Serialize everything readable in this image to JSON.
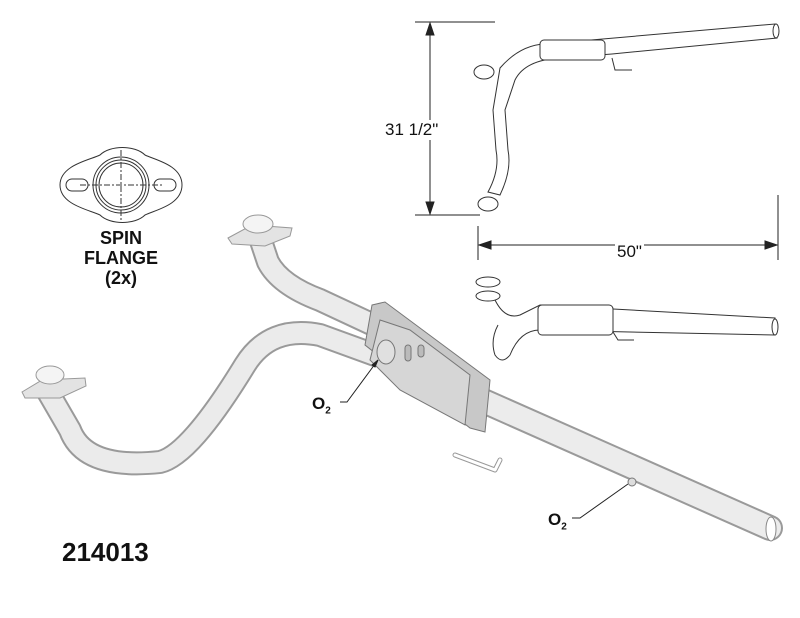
{
  "part_number": "214013",
  "flange_label": {
    "line1": "SPIN",
    "line2": "FLANGE",
    "line3": "(2x)"
  },
  "dimensions": {
    "height": "31 1/2\"",
    "length": "50\""
  },
  "sensor_labels": [
    {
      "text": "O",
      "sub": "2"
    },
    {
      "text": "O",
      "sub": "2"
    }
  ],
  "colors": {
    "pipe": "#e6e6e6",
    "outline": "#8a8a8a",
    "converter": "#cfcfcf"
  }
}
